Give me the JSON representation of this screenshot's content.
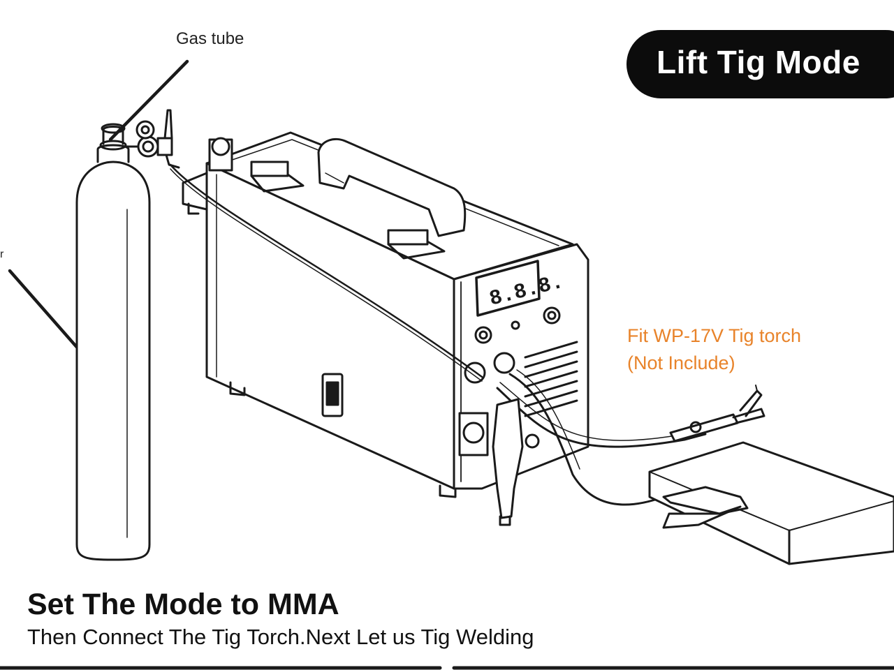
{
  "labels": {
    "gas_tube": "Gas tube",
    "cylinder_partial": "r",
    "mode_badge": "Lift Tig Mode",
    "torch_line1": "Fit WP-17V Tig torch",
    "torch_line2": "(Not Include)",
    "display": "8.8.8.",
    "heading": "Set The Mode to MMA",
    "subheading": "Then Connect The Tig Torch.Next Let us Tig Welding"
  },
  "colors": {
    "badge_bg": "#0c0c0c",
    "badge_text": "#ffffff",
    "torch_note": "#e8832a",
    "line_art": "#1a1a1a"
  }
}
